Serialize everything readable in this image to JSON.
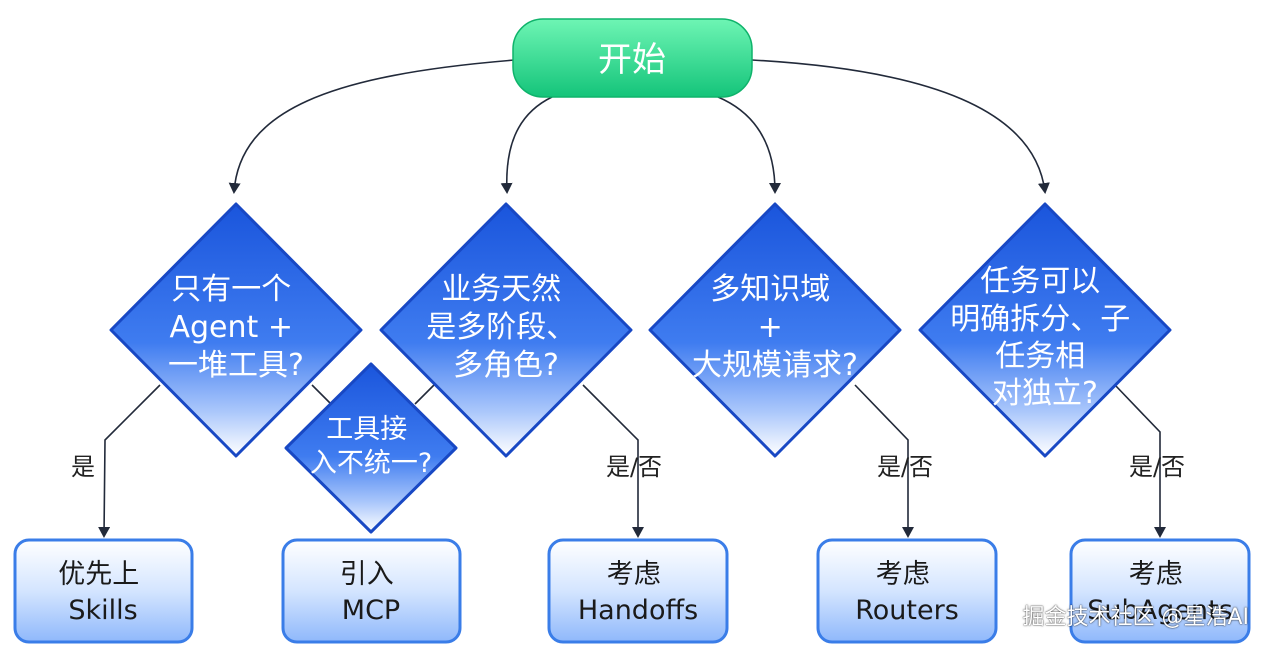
{
  "start": {
    "label": "开始"
  },
  "decisions": [
    {
      "id": "single-agent",
      "lines": [
        "只有一个",
        "Agent +",
        "一堆工具?"
      ]
    },
    {
      "id": "tool-access",
      "lines": [
        "工具接",
        "入不统一?"
      ]
    },
    {
      "id": "multi-stage",
      "lines": [
        "业务天然",
        "是多阶段、",
        "多角色?"
      ]
    },
    {
      "id": "multi-domain",
      "lines": [
        "多知识域",
        "+",
        "大规模请求?"
      ]
    },
    {
      "id": "split-task",
      "lines": [
        "任务可以",
        "明确拆分、子",
        "任务相",
        "对独立?"
      ]
    }
  ],
  "edge_labels": {
    "skills": "是",
    "handoffs": "是/否",
    "routers": "是/否",
    "subagents": "是/否"
  },
  "outcomes": [
    {
      "id": "skills",
      "lines": [
        "优先上",
        "Skills"
      ]
    },
    {
      "id": "mcp",
      "lines": [
        "引入",
        "MCP"
      ]
    },
    {
      "id": "handoffs",
      "lines": [
        "考虑",
        "Handoffs"
      ]
    },
    {
      "id": "routers",
      "lines": [
        "考虑",
        "Routers"
      ]
    },
    {
      "id": "subagents",
      "lines": [
        "考虑",
        "SubAgents"
      ]
    }
  ],
  "watermark": "掘金技术社区 @星浩AI",
  "colors": {
    "start_top": "#5ef2a8",
    "start_bottom": "#17c97a",
    "diamond_top": "#1d5fe0",
    "diamond_bottom": "#ffffff",
    "box_border": "#3a7de8",
    "line": "#222a3a"
  }
}
